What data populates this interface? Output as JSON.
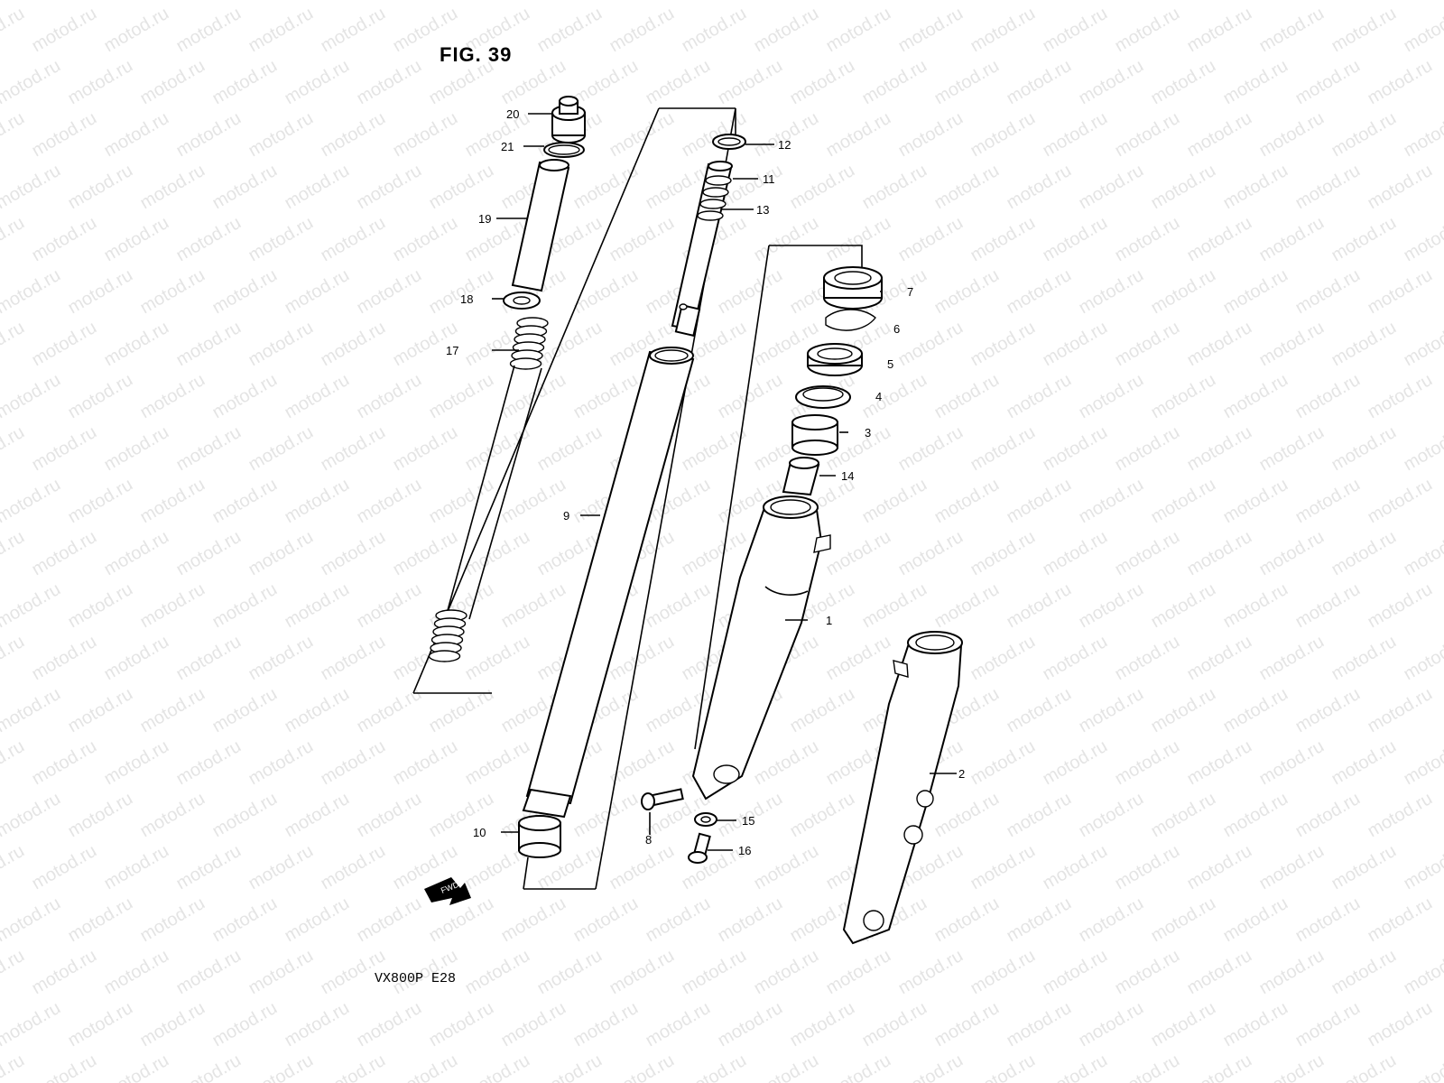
{
  "figure": {
    "title": "FIG. 39",
    "model_code": "VX800P  E28",
    "watermark": "motod.ru",
    "fwd_label": "FWD"
  },
  "callouts": [
    {
      "id": "1",
      "label": "1"
    },
    {
      "id": "2",
      "label": "2"
    },
    {
      "id": "3",
      "label": "3"
    },
    {
      "id": "4",
      "label": "4"
    },
    {
      "id": "5",
      "label": "5"
    },
    {
      "id": "6",
      "label": "6"
    },
    {
      "id": "7",
      "label": "7"
    },
    {
      "id": "8",
      "label": "8"
    },
    {
      "id": "9",
      "label": "9"
    },
    {
      "id": "10",
      "label": "10"
    },
    {
      "id": "11",
      "label": "11"
    },
    {
      "id": "12",
      "label": "12"
    },
    {
      "id": "13",
      "label": "13"
    },
    {
      "id": "14",
      "label": "14"
    },
    {
      "id": "15",
      "label": "15"
    },
    {
      "id": "16",
      "label": "16"
    },
    {
      "id": "17",
      "label": "17"
    },
    {
      "id": "18",
      "label": "18"
    },
    {
      "id": "19",
      "label": "19"
    },
    {
      "id": "20",
      "label": "20"
    },
    {
      "id": "21",
      "label": "21"
    }
  ]
}
